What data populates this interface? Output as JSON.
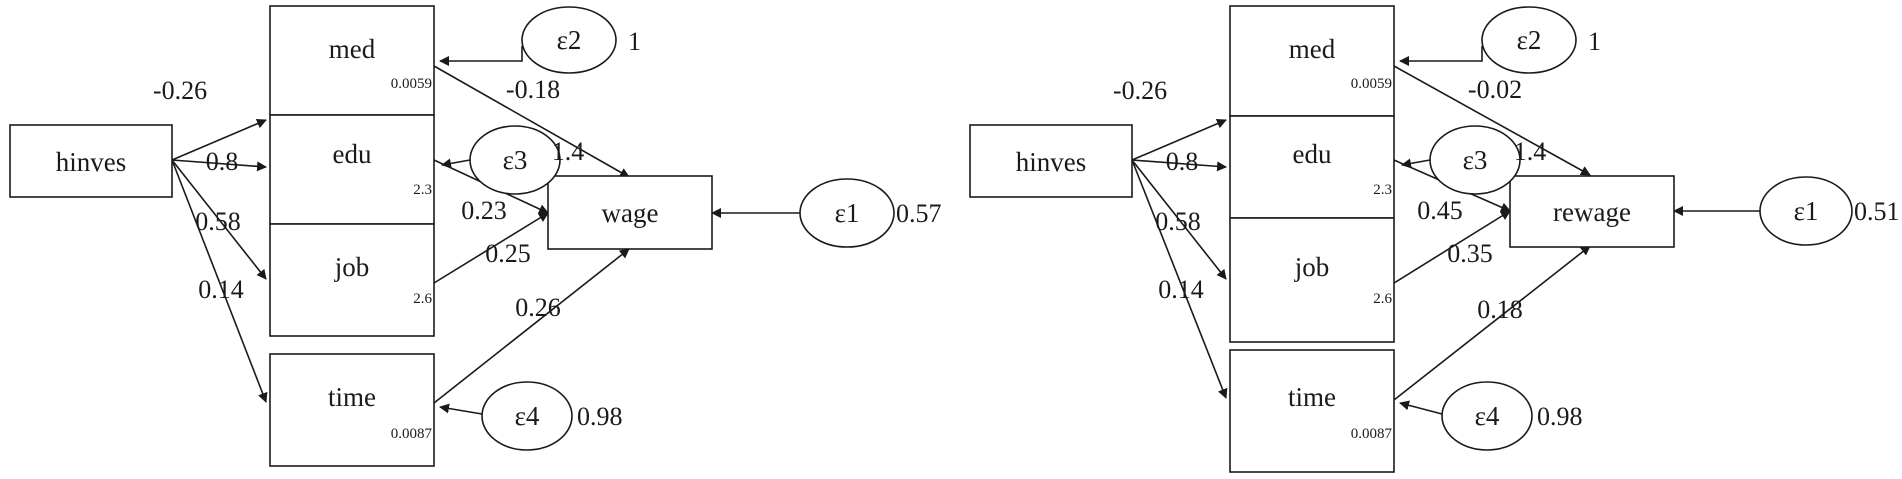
{
  "diagrams": [
    {
      "nodes": {
        "hinves": "hinves",
        "med": "med",
        "edu": "edu",
        "job": "job",
        "time": "time",
        "outcome": "wage",
        "e1": "ε1",
        "e2": "ε2",
        "e3": "ε3",
        "e4": "ε4"
      },
      "intercepts": {
        "med": "0.0059",
        "edu": "2.3",
        "job": "2.6",
        "time": "0.0087"
      },
      "error_variances": {
        "e1": "0.57",
        "e2": "1",
        "e4": "0.98"
      },
      "paths": {
        "hinves_med": "-0.26",
        "hinves_edu": "0.8",
        "hinves_job": "0.58",
        "hinves_time": "0.14",
        "med_out": "-0.18",
        "med_out_b": "1.4",
        "edu_out": "0.23",
        "job_out": "0.25",
        "time_out": "0.26"
      }
    },
    {
      "nodes": {
        "hinves": "hinves",
        "med": "med",
        "edu": "edu",
        "job": "job",
        "time": "time",
        "outcome": "rewage",
        "e1": "ε1",
        "e2": "ε2",
        "e3": "ε3",
        "e4": "ε4"
      },
      "intercepts": {
        "med": "0.0059",
        "edu": "2.3",
        "job": "2.6",
        "time": "0.0087"
      },
      "error_variances": {
        "e1": "0.51",
        "e2": "1",
        "e4": "0.98"
      },
      "paths": {
        "hinves_med": "-0.26",
        "hinves_edu": "0.8",
        "hinves_job": "0.58",
        "hinves_time": "0.14",
        "med_out": "-0.02",
        "med_out_b": "1.4",
        "edu_out": "0.45",
        "job_out": "0.35",
        "time_out": "0.18"
      }
    }
  ]
}
